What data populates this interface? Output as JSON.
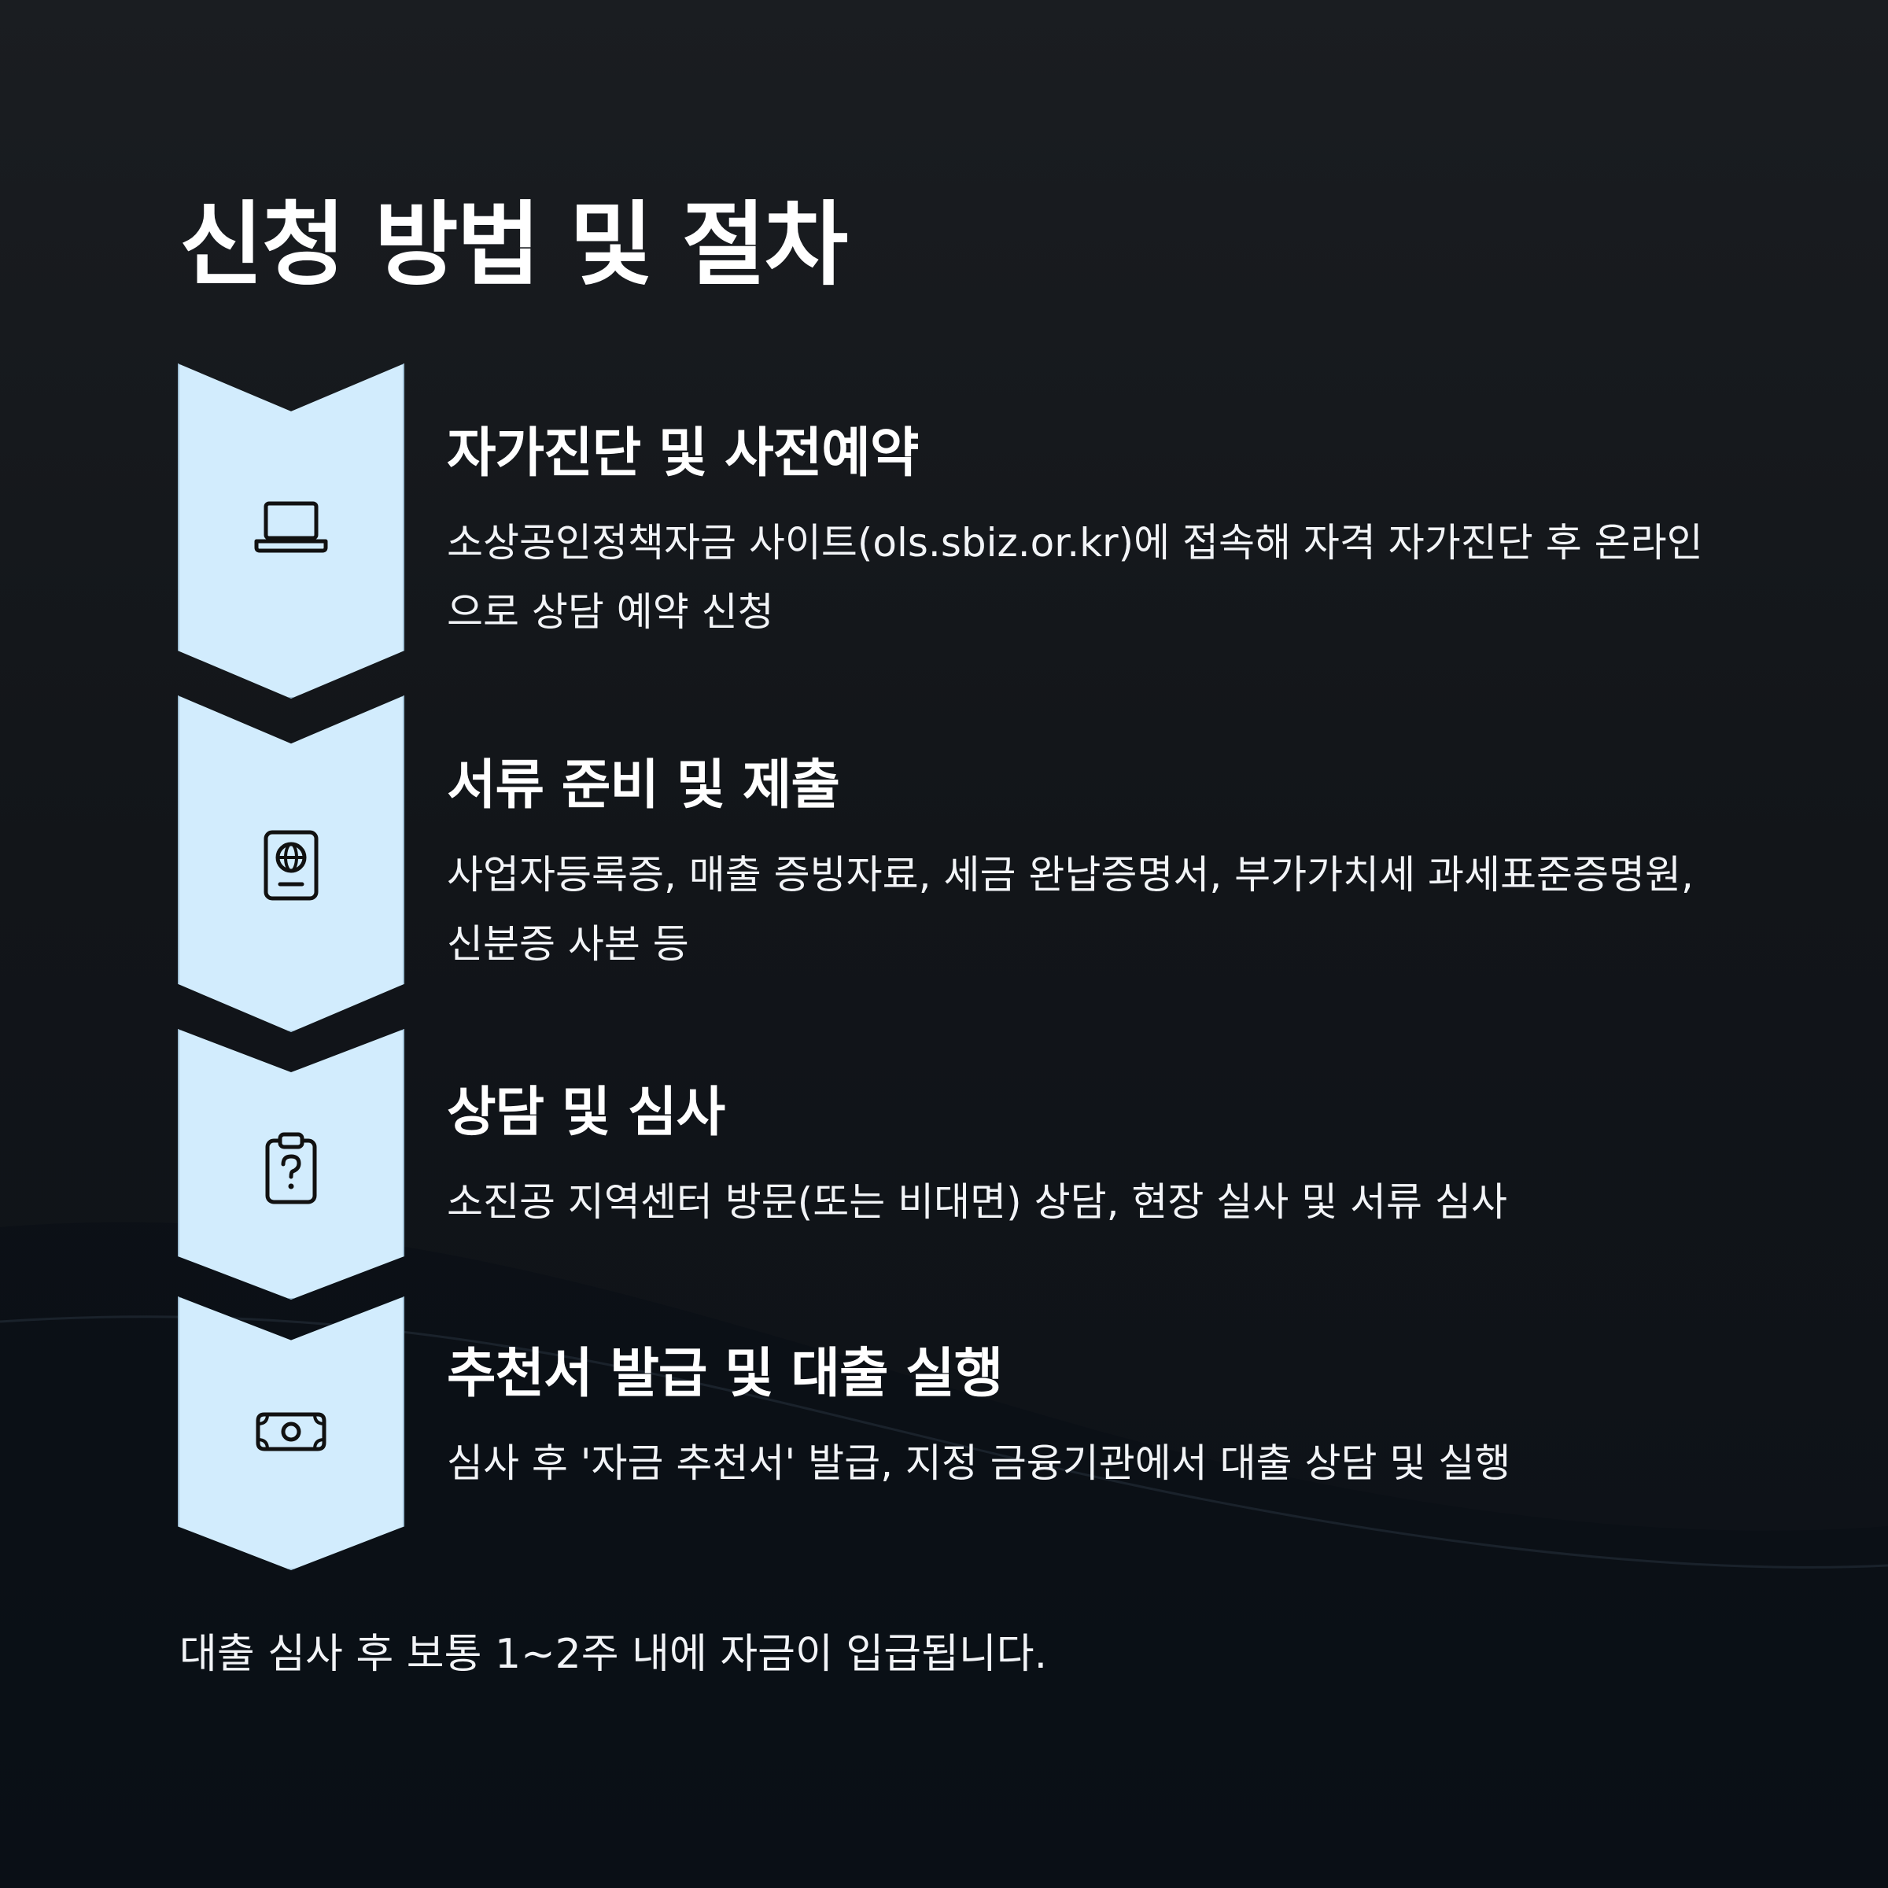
{
  "title": "신청 방법 및 절차",
  "steps": [
    {
      "icon": "laptop-icon",
      "title": "자가진단 및 사전예약",
      "description": "소상공인정책자금 사이트(ols.sbiz.or.kr)에 접속해 자격 자가진단 후 온라인으로 상담 예약 신청"
    },
    {
      "icon": "passport-icon",
      "title": "서류 준비 및 제출",
      "description": "사업자등록증, 매출 증빙자료, 세금 완납증명서, 부가가치세 과세표준증명원, 신분증 사본 등"
    },
    {
      "icon": "clipboard-question-icon",
      "title": "상담 및 심사",
      "description": "소진공 지역센터 방문(또는 비대면) 상담, 현장 실사 및 서류 심사"
    },
    {
      "icon": "money-bill-icon",
      "title": "추천서 발급 및 대출 실행",
      "description": "심사 후 '자금 추천서' 발급, 지정 금융기관에서 대출 상담 및 실행"
    }
  ],
  "note": "대출 심사 후 보통 1~2주 내에 자금이 입급됩니다.",
  "colors": {
    "chevron_fill": "#d2ecfd",
    "chevron_border": "#9fbfd4",
    "background": "#121519",
    "text": "#ffffff"
  }
}
